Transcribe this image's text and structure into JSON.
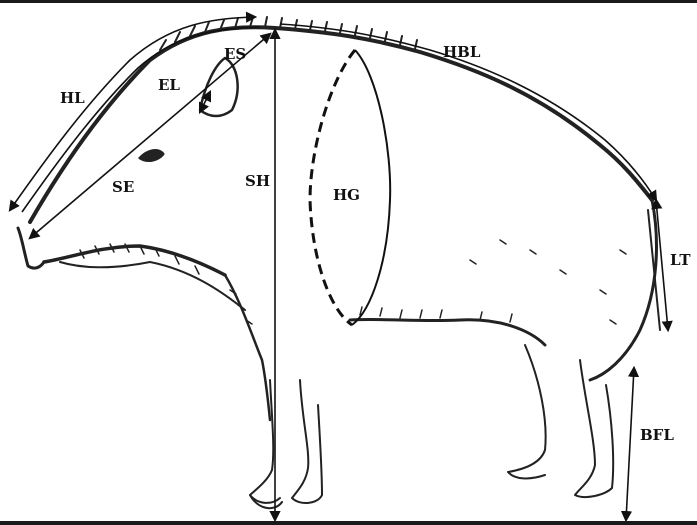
{
  "labels": {
    "hl": "HL",
    "el": "EL",
    "es": "ES",
    "se": "SE",
    "sh": "SH",
    "hg": "HG",
    "hbl": "HBL",
    "lt": "LT",
    "bfl": "BFL"
  },
  "colors": {
    "ink": "#111111",
    "fur": "#3a3a3a",
    "background": "#ffffff"
  }
}
